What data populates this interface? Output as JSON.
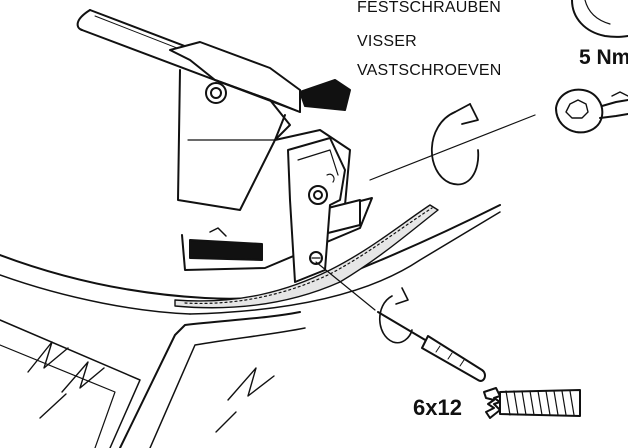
{
  "labels": {
    "line1": "FESTSCHRAUBEN",
    "line2": "VISSER",
    "line3": "VASTSCHROEVEN",
    "torque": "5 Nm",
    "screw_size": "6x12"
  },
  "icons": {
    "torque_dial": "torque-dial-icon",
    "wrench": "open-ring-wrench-icon",
    "screwdriver": "screwdriver-icon",
    "screw": "machine-screw-icon",
    "rotation_arrows": "clockwise-rotation-arrow-icon"
  },
  "colors": {
    "ink": "#111111",
    "paper": "#ffffff"
  }
}
